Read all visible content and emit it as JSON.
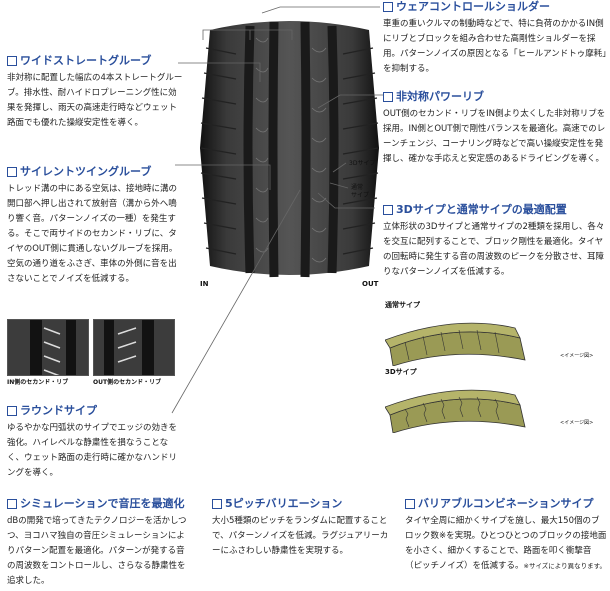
{
  "sections": {
    "wear_control": {
      "title": "ウェアコントロールショルダー",
      "text": "車重の重いクルマの制動時などで、特に負荷のかかるIN側にリブとブロックを組み合わせた高剛性ショルダーを採用。パターンノイズの原因となる「ヒールアンドトゥ摩耗」を抑制する。"
    },
    "wide_straight": {
      "title": "ワイドストレートグルーブ",
      "text": "非対称に配置した幅広の4本ストレートグルーブ。排水性、耐ハイドロプレーニング性に効果を発揮し、雨天の高速走行時などウェット路面でも優れた操縦安定性を導く。"
    },
    "asym_power": {
      "title": "非対称パワーリブ",
      "text": "OUT側のセカンド・リブをIN側より太くした非対称リブを採用。IN側とOUT側で剛性バランスを最適化。高速でのレーンチェンジ、コーナリング時などで高い操縦安定性を発揮し、確かな手応えと安定感のあるドライビングを導く。"
    },
    "silent_twin": {
      "title": "サイレントツイングルーブ",
      "text": "トレッド溝の中にある空気は、接地時に溝の開口部へ押し出されて放射音（溝から外へ鳴り響く音。パターンノイズの一種）を発生する。そこで両サイドのセカンド・リブに、タイヤのOUT側に貫通しないグルーブを採用。空気の通り道をふさぎ、車体の外側に音を出さないことでノイズを低減する。"
    },
    "sipe_3d": {
      "title": "3Dサイプと通常サイプの最適配置",
      "text": "立体形状の3Dサイプと通常サイプの2種類を採用し、各々を交互に配列することで、ブロック剛性を最適化。タイヤの回転時に発生する音の周波数のピークを分散させ、耳障りなパターンノイズを低減する。"
    },
    "round_sipe": {
      "title": "ラウンドサイプ",
      "text": "ゆるやかな円弧状のサイプでエッジの効きを強化。ハイレベルな静粛性を損なうことなく、ウェット路面の走行時に確かなハンドリングを導く。"
    },
    "simulation": {
      "title": "シミュレーションで音圧を最適化",
      "text": "dBの開発で培ってきたテクノロジーを活かしつつ、ヨコハマ独自の音圧シミュレーションによりパターン配置を最適化。パターンが発する音の周波数をコントロールし、さらなる静粛性を追求した。"
    },
    "pitch5": {
      "title": "5ピッチバリエーション",
      "text": "大小5種類のピッチをランダムに配置することで、パターンノイズを低減。ラグジュアリーカーにふさわしい静粛性を実現する。"
    },
    "variable_combo": {
      "title": "バリアブルコンビネーションサイプ",
      "text": "タイヤ全周に細かくサイプを施し、最大150個のブロック数※を実現。ひとつひとつのブロックの接地面を小さく、細かくすることで、路面を叩く衝撃音（ピッチノイズ）を低減する。",
      "note": "※サイズにより異なります。"
    }
  },
  "tire": {
    "in_label": "IN",
    "out_label": "OUT",
    "label_3d": "3Dサイプ",
    "label_normal": "通常\nサイプ"
  },
  "photos": {
    "in_caption": "IN側のセカンド・リブ",
    "out_caption": "OUT側のセカンド・リブ"
  },
  "sipe_images": {
    "normal_label": "通常サイプ",
    "d3_label": "3Dサイプ",
    "image_note": "<イメージ図>"
  },
  "colors": {
    "title_blue": "#2a4f9c",
    "sipe_khaki": "#8a8a45"
  }
}
